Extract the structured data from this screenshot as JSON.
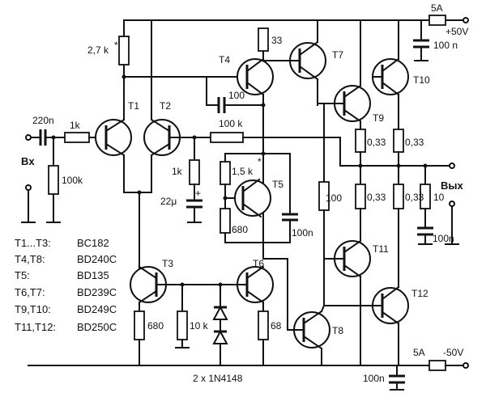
{
  "labels": {
    "input": "Bx",
    "output": "Вых",
    "pos_supply": "+50V",
    "neg_supply": "-50V",
    "fuse_top": "5A",
    "fuse_bottom": "5A",
    "diodes": "2 x 1N4148"
  },
  "components": {
    "c_in": "220n",
    "r_in": "1k",
    "r_in_gnd": "100k",
    "r_top_left": "2,7 k",
    "r_33": "33",
    "c_100": "100",
    "r_fb": "100 k",
    "r_1k": "1k",
    "c_22u": "22μ",
    "plus_sign": "+",
    "r_1k5": "1,5 k",
    "r_680_mid": "680",
    "c_100n_mid": "100n",
    "r_100": "100",
    "r_033_a": "0,33",
    "r_033_b": "0,33",
    "r_033_c": "0,33",
    "r_033_d": "0,33",
    "r_10": "10",
    "c_100n_out": "100n",
    "c_100n_top": "100 n",
    "c_100n_bottom": "100n",
    "r_680_bot": "680",
    "r_10k": "10 k",
    "r_68": "68",
    "trim_mark_a": "*",
    "trim_mark_b": "*"
  },
  "transistors": {
    "t1": "T1",
    "t2": "T2",
    "t3": "T3",
    "t4": "T4",
    "t5": "T5",
    "t6": "T6",
    "t7": "T7",
    "t8": "T8",
    "t9": "T9",
    "t10": "T10",
    "t11": "T11",
    "t12": "T12"
  },
  "legend": [
    {
      "key": "T1...T3:",
      "value": "BC182"
    },
    {
      "key": "T4,T8:",
      "value": "BD240C"
    },
    {
      "key": "T5:",
      "value": "BD135"
    },
    {
      "key": "T6,T7:",
      "value": "BD239C"
    },
    {
      "key": "T9,T10:",
      "value": "BD249C"
    },
    {
      "key": "T11,T12:",
      "value": "BD250C"
    }
  ]
}
